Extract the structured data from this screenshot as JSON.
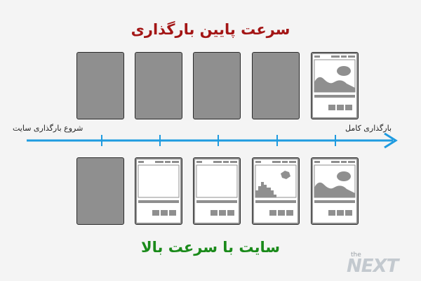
{
  "title_top": "سرعت پایین بارگذاری",
  "title_bottom": "سایت با سرعت بالا",
  "timeline": {
    "start_label": "شروع بارگذاری سایت",
    "end_label": "بارگذاری کامل",
    "color": "#1e9be0"
  },
  "rows": {
    "slow": [
      "empty",
      "empty",
      "empty",
      "empty",
      "full"
    ],
    "fast": [
      "empty",
      "text",
      "text-boxes",
      "image-partial",
      "full"
    ]
  },
  "colors": {
    "title_top": "#a31515",
    "title_bottom": "#1a8a1a",
    "frame_fill": "#8f8f8f",
    "page_fill": "#ffffff"
  },
  "logo": {
    "small": "the",
    "big": "NEXT"
  }
}
